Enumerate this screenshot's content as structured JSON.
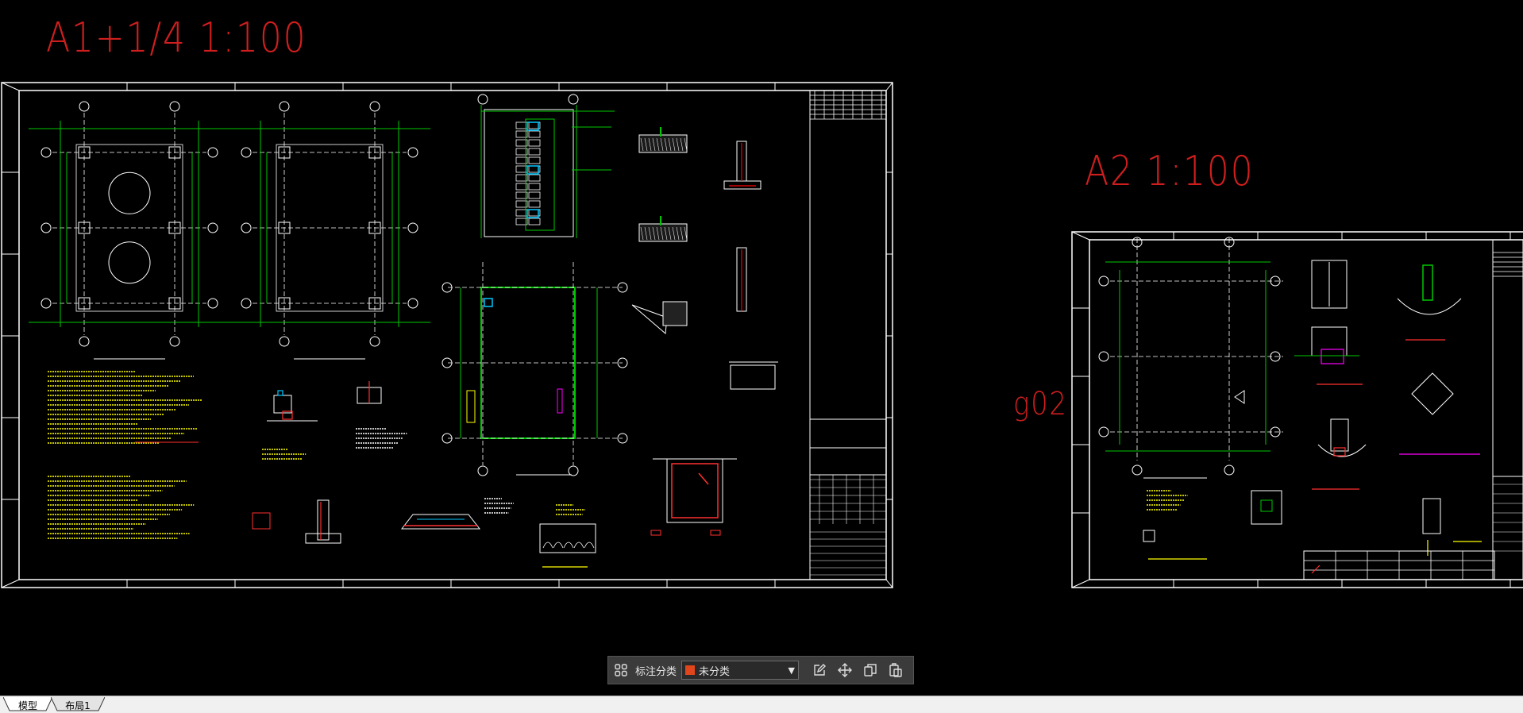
{
  "sheets": [
    {
      "scale_label": "A1+1/4  1:100"
    },
    {
      "scale_label": "A2  1:100"
    }
  ],
  "side_label": "g02",
  "toolbar": {
    "category_label": "标注分类",
    "selected_category": "未分类",
    "selected_color": "#e0451b",
    "icons": [
      "grid-icon",
      "edit-icon",
      "move-icon",
      "copy-icon",
      "paste-icon"
    ]
  },
  "tabs": [
    {
      "label": "模型",
      "active": true
    },
    {
      "label": "布局1",
      "active": false
    }
  ],
  "colors": {
    "background": "#000000",
    "frame": "#ffffff",
    "grid_green": "#00c800",
    "label_red": "#d01e1e",
    "text_yellow": "#ffff00",
    "magenta": "#ff00ff",
    "cyan": "#00c8ff"
  }
}
